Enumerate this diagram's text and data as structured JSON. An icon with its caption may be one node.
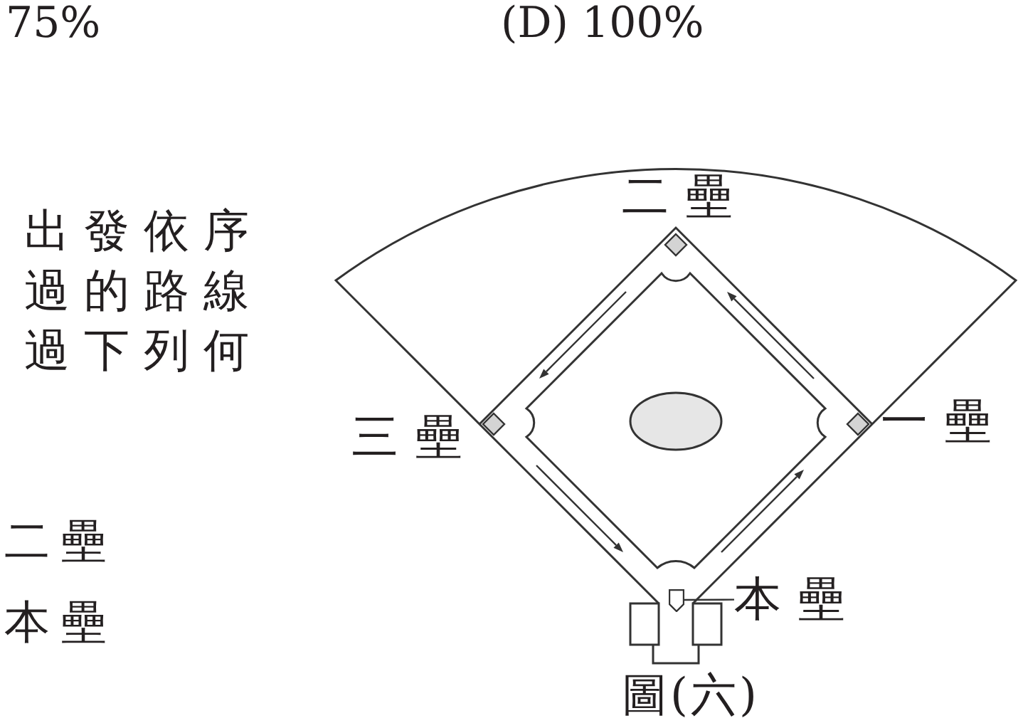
{
  "diagram": {
    "caption": "圖(六)",
    "nodes": [
      {
        "text": [
          "本壘"
        ]
      },
      {
        "text": [],
        "shape": "pentagon"
      }
    ],
    "edges": [
      {
        "from": 0,
        "to": 1,
        "arrow": "none"
      }
    ],
    "labels": [
      "75%",
      "(D) 100%",
      "出發依序",
      "過的路線",
      "過下列何",
      "二壘",
      "本壘",
      "二壘",
      "三壘",
      "一壘"
    ]
  }
}
